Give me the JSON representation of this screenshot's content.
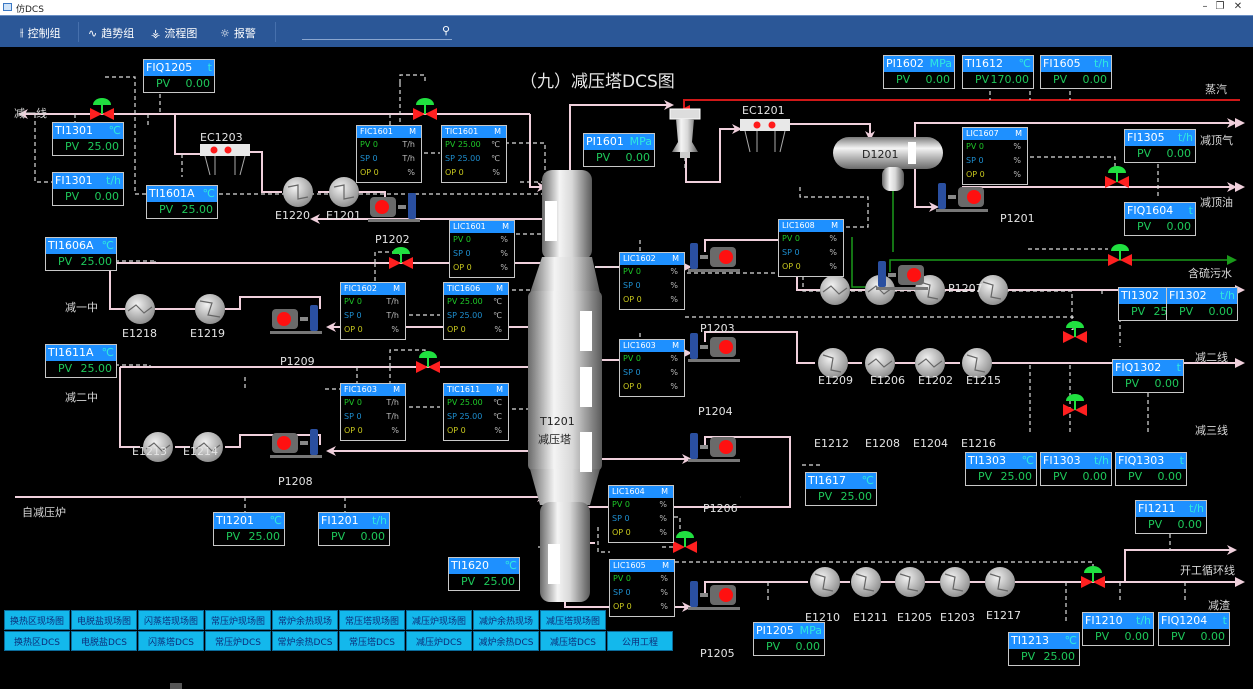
{
  "window": {
    "title": "仿DCS",
    "controls": {
      "minimize": "–",
      "maximize": "❐",
      "close": "✕"
    }
  },
  "toolbar": {
    "items": [
      {
        "icon": "control-group-icon",
        "glyph": "⫲",
        "label": "控制组"
      },
      {
        "icon": "trend-icon",
        "glyph": "∿",
        "label": "趋势组"
      },
      {
        "icon": "flowchart-icon",
        "glyph": "⚶",
        "label": "流程图"
      },
      {
        "icon": "alarm-icon",
        "glyph": "☼",
        "label": "报警"
      }
    ],
    "search": {
      "value": "",
      "placeholder": "",
      "icon_glyph": "⚲"
    }
  },
  "diagram": {
    "title": "（九）减压塔DCS图",
    "column": {
      "tag": "T1201",
      "name": "减压塔"
    },
    "stream_labels": {
      "jian_yi_xian": "减一线",
      "jian_yi_zhong": "减一中",
      "jian_er_zhong": "减二中",
      "zi_jian_ya_lu": "自减压炉",
      "zheng_qi": "蒸汽",
      "jian_ding_qi": "减顶气",
      "jian_ding_you": "减顶油",
      "han_liu_wu_shui": "含硫污水",
      "jian_er_xian": "减二线",
      "jian_san_xian": "减三线",
      "kai_gong_xun_huan_xian": "开工循环线",
      "jian_zha": "减渣"
    },
    "equipment": {
      "EC1203": "EC1203",
      "EC1201": "EC1201",
      "D1201": "D1201",
      "E1220": "E1220",
      "E1201": "E1201",
      "E1218": "E1218",
      "E1219": "E1219",
      "E1213": "E1213",
      "E1214": "E1214",
      "E1209": "E1209",
      "E1206": "E1206",
      "E1202": "E1202",
      "E1215": "E1215",
      "E1212": "E1212",
      "E1208": "E1208",
      "E1204": "E1204",
      "E1216": "E1216",
      "E1210": "E1210",
      "E1211": "E1211",
      "E1205": "E1205",
      "E1203": "E1203",
      "E1217": "E1217",
      "P1202": "P1202",
      "P1209": "P1209",
      "P1208": "P1208",
      "P1201": "P1201",
      "P1207": "P1207",
      "P1203": "P1203",
      "P1204": "P1204",
      "P1206": "P1206",
      "P1205": "P1205"
    },
    "indicators": {
      "FIQ1205": {
        "tag": "FIQ1205",
        "unit": "t",
        "pv_label": "PV",
        "pv": "0.00"
      },
      "TI1301": {
        "tag": "TI1301",
        "unit": "℃",
        "pv_label": "PV",
        "pv": "25.00"
      },
      "FI1301": {
        "tag": "FI1301",
        "unit": "t/h",
        "pv_label": "PV",
        "pv": "0.00"
      },
      "TI1601A": {
        "tag": "TI1601A",
        "unit": "℃",
        "pv_label": "PV",
        "pv": "25.00"
      },
      "TI1606A": {
        "tag": "TI1606A",
        "unit": "℃",
        "pv_label": "PV",
        "pv": "25.00"
      },
      "TI1611A": {
        "tag": "TI1611A",
        "unit": "℃",
        "pv_label": "PV",
        "pv": "25.00"
      },
      "PI1601": {
        "tag": "PI1601",
        "unit": "MPa",
        "pv_label": "PV",
        "pv": "0.00"
      },
      "PI1602": {
        "tag": "PI1602",
        "unit": "MPa",
        "pv_label": "PV",
        "pv": "0.00"
      },
      "TI1612": {
        "tag": "TI1612",
        "unit": "℃",
        "pv_label": "PV",
        "pv": "170.00"
      },
      "FI1605": {
        "tag": "FI1605",
        "unit": "t/h",
        "pv_label": "PV",
        "pv": "0.00"
      },
      "FI1305": {
        "tag": "FI1305",
        "unit": "t/h",
        "pv_label": "PV",
        "pv": "0.00"
      },
      "FIQ1604": {
        "tag": "FIQ1604",
        "unit": "t",
        "pv_label": "PV",
        "pv": "0.00"
      },
      "TI1302": {
        "tag": "TI1302",
        "unit": "℃",
        "pv_label": "PV",
        "pv": "25.00"
      },
      "FI1302": {
        "tag": "FI1302",
        "unit": "t/h",
        "pv_label": "PV",
        "pv": "0.00"
      },
      "FIQ1302": {
        "tag": "FIQ1302",
        "unit": "t",
        "pv_label": "PV",
        "pv": "0.00"
      },
      "TI1303": {
        "tag": "TI1303",
        "unit": "℃",
        "pv_label": "PV",
        "pv": "25.00"
      },
      "FI1303": {
        "tag": "FI1303",
        "unit": "t/h",
        "pv_label": "PV",
        "pv": "0.00"
      },
      "FIQ1303": {
        "tag": "FIQ1303",
        "unit": "t",
        "pv_label": "PV",
        "pv": "0.00"
      },
      "TI1617": {
        "tag": "TI1617",
        "unit": "℃",
        "pv_label": "PV",
        "pv": "25.00"
      },
      "TI1201": {
        "tag": "TI1201",
        "unit": "℃",
        "pv_label": "PV",
        "pv": "25.00"
      },
      "FI1201": {
        "tag": "FI1201",
        "unit": "t/h",
        "pv_label": "PV",
        "pv": "0.00"
      },
      "TI1620": {
        "tag": "TI1620",
        "unit": "℃",
        "pv_label": "PV",
        "pv": "25.00"
      },
      "FI1211": {
        "tag": "FI1211",
        "unit": "t/h",
        "pv_label": "PV",
        "pv": "0.00"
      },
      "PI1205": {
        "tag": "PI1205",
        "unit": "MPa",
        "pv_label": "PV",
        "pv": "0.00"
      },
      "TI1213": {
        "tag": "TI1213",
        "unit": "℃",
        "pv_label": "PV",
        "pv": "25.00"
      },
      "FI1210": {
        "tag": "FI1210",
        "unit": "t/h",
        "pv_label": "PV",
        "pv": "0.00"
      },
      "FIQ1204": {
        "tag": "FIQ1204",
        "unit": "t",
        "pv_label": "PV",
        "pv": "0.00"
      }
    },
    "controllers": {
      "FIC1601": {
        "tag": "FIC1601",
        "mode": "M",
        "pv": "PV 0",
        "sp": "SP 0",
        "op": "OP 0",
        "pv_unit": "T/h",
        "sp_unit": "T/h",
        "op_unit": "%"
      },
      "TIC1601": {
        "tag": "TIC1601",
        "mode": "M",
        "pv": "PV 25.00",
        "sp": "SP 25.00",
        "op": "OP 0",
        "pv_unit": "℃",
        "sp_unit": "℃",
        "op_unit": "%"
      },
      "LIC1601": {
        "tag": "LIC1601",
        "mode": "M",
        "pv": "PV 0",
        "sp": "SP 0",
        "op": "OP 0",
        "pv_unit": "%",
        "sp_unit": "%",
        "op_unit": "%"
      },
      "FIC1602": {
        "tag": "FIC1602",
        "mode": "M",
        "pv": "PV 0",
        "sp": "SP 0",
        "op": "OP 0",
        "pv_unit": "T/h",
        "sp_unit": "T/h",
        "op_unit": "%"
      },
      "TIC1606": {
        "tag": "TIC1606",
        "mode": "M",
        "pv": "PV 25.00",
        "sp": "SP 25.00",
        "op": "OP 0",
        "pv_unit": "℃",
        "sp_unit": "℃",
        "op_unit": "%"
      },
      "FIC1603": {
        "tag": "FIC1603",
        "mode": "M",
        "pv": "PV 0",
        "sp": "SP 0",
        "op": "OP 0",
        "pv_unit": "T/h",
        "sp_unit": "T/h",
        "op_unit": "%"
      },
      "TIC1611": {
        "tag": "TIC1611",
        "mode": "M",
        "pv": "PV 25.00",
        "sp": "SP 25.00",
        "op": "OP 0",
        "pv_unit": "℃",
        "sp_unit": "℃",
        "op_unit": "%"
      },
      "LIC1602": {
        "tag": "LIC1602",
        "mode": "M",
        "pv": "PV 0",
        "sp": "SP 0",
        "op": "OP 0",
        "pv_unit": "%",
        "sp_unit": "%",
        "op_unit": "%"
      },
      "LIC1603": {
        "tag": "LIC1603",
        "mode": "M",
        "pv": "PV 0",
        "sp": "SP 0",
        "op": "OP 0",
        "pv_unit": "%",
        "sp_unit": "%",
        "op_unit": "%"
      },
      "LIC1604": {
        "tag": "LIC1604",
        "mode": "M",
        "pv": "PV 0",
        "sp": "SP 0",
        "op": "OP 0",
        "pv_unit": "%",
        "sp_unit": "%",
        "op_unit": "%"
      },
      "LIC1605": {
        "tag": "LIC1605",
        "mode": "M",
        "pv": "PV 0",
        "sp": "SP 0",
        "op": "OP 0",
        "pv_unit": "%",
        "sp_unit": "%",
        "op_unit": "%"
      },
      "LIC1607": {
        "tag": "LIC1607",
        "mode": "M",
        "pv": "PV 0",
        "sp": "SP 0",
        "op": "OP 0",
        "pv_unit": "%",
        "sp_unit": "%",
        "op_unit": "%"
      },
      "LIC1608": {
        "tag": "LIC1608",
        "mode": "M",
        "pv": "PV 0",
        "sp": "SP 0",
        "op": "OP 0",
        "pv_unit": "%",
        "sp_unit": "%",
        "op_unit": "%"
      }
    }
  },
  "nav": {
    "field_row": [
      "换热区现场图",
      "电脱盐现场图",
      "闪蒸塔现场图",
      "常压炉现场图",
      "常炉余热现场",
      "常压塔现场图",
      "减压炉现场图",
      "减炉余热现场",
      "减压塔现场图"
    ],
    "dcs_row": [
      "换热区DCS",
      "电脱盐DCS",
      "闪蒸塔DCS",
      "常压炉DCS",
      "常炉余热DCS",
      "常压塔DCS",
      "减压炉DCS",
      "减炉余热DCS",
      "减压塔DCS",
      "公用工程"
    ]
  },
  "colors": {
    "toolbar_bg": "#2b5797",
    "tag_header": "#1e90ff",
    "pv_text": "#1ec85a",
    "unit_text": "#2ee8e0",
    "process_line": "#f0d0dc",
    "steam_line": "#d01818",
    "sour_water_line": "#1a9a1a",
    "valve_body": "#ff2020",
    "valve_actuator": "#20e040",
    "nav_button": "#13b8ec"
  }
}
